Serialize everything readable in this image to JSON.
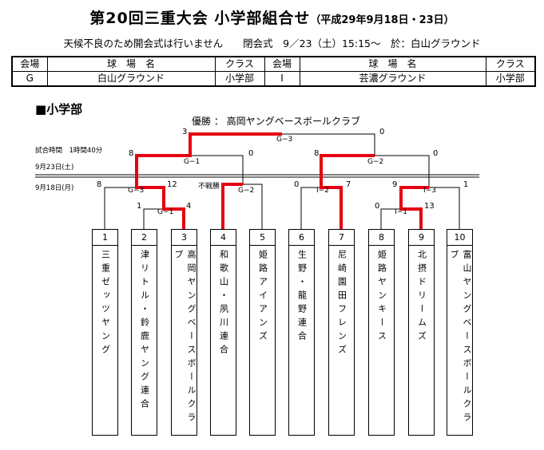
{
  "header": {
    "title": "第20回三重大会 小学部組合せ",
    "subtitle": "（平成29年9月18日・23日）",
    "notice": "天候不良のため開会式は行いません　　閉会式　9／23（土）15:15～　於：白山グラウンド"
  },
  "venue_table": {
    "headers": [
      "会場",
      "球　場　名",
      "クラス",
      "会場",
      "球　場　名",
      "クラス"
    ],
    "row": [
      "G",
      "白山グラウンド",
      "小学部",
      "I",
      "芸濃グラウンド",
      "小学部"
    ]
  },
  "section_title": "■小学部",
  "winner_text": "優勝 ： 高岡ヤングベースボールクラブ",
  "time_labels": {
    "game_time": "試合時間　1時間40分",
    "day2": "9月23日(土)",
    "day1": "9月18日(月)"
  },
  "teams": [
    {
      "num": "1",
      "name": "三重ゼッツヤング"
    },
    {
      "num": "2",
      "name": "津リトル・鈴鹿ヤング連合"
    },
    {
      "num": "3",
      "name": "高岡ヤングベースボールクラブ"
    },
    {
      "num": "4",
      "name": "和歌山・夙川連合"
    },
    {
      "num": "5",
      "name": "姫路アイアンズ"
    },
    {
      "num": "6",
      "name": "生野・龍野連合"
    },
    {
      "num": "7",
      "name": "尼崎園田フレンズ"
    },
    {
      "num": "8",
      "name": "姫路ヤンキース"
    },
    {
      "num": "9",
      "name": "北摂ドリームズ"
    },
    {
      "num": "10",
      "name": "富山ヤングベースボールクラブ"
    }
  ],
  "game_labels": {
    "g3_final": "G−3",
    "g1_semi": "G−1",
    "g2_semi": "G−2",
    "g3_qf": "G−3",
    "g2_qf": "G−2",
    "i2_qf": "I−2",
    "i3_qf": "I−3",
    "g1_r1": "G−1",
    "i1_r1": "I−1",
    "forfeit": "不戦勝"
  },
  "scores": {
    "final_left": "3",
    "final_right": "0",
    "semi1_left": "8",
    "semi1_right": "0",
    "semi2_left": "8",
    "semi2_right": "0",
    "qf_g3_left": "8",
    "qf_g3_right": "12",
    "qf_i2_left": "0",
    "qf_i2_right": "7",
    "qf_i3_left": "9",
    "qf_i3_right": "1",
    "r1_g1_left": "1",
    "r1_g1_right": "4",
    "r1_i1_left": "0",
    "r1_i1_right": "13"
  },
  "colors": {
    "winner_path": "#e60012",
    "line": "#000000"
  }
}
